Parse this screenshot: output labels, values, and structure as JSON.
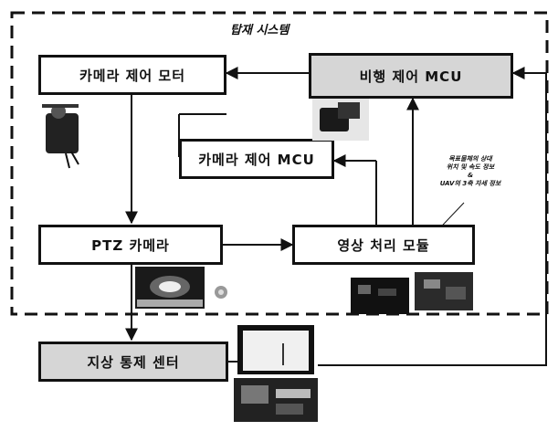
{
  "diagram": {
    "region_title": "탑재 시스템",
    "nodes": {
      "camera_motor": "카메라 제어 모터",
      "flight_mcu": "비행 제어 MCU",
      "camera_mcu": "카메라 제어 MCU",
      "ptz_camera": "PTZ 카메라",
      "image_module": "영상 처리 모듈",
      "ground_center": "지상 통제 센터"
    },
    "annotation": {
      "line1": "목표물체의 상대",
      "line2": "위치 및 속도 정보",
      "line3": "&",
      "line4": "UAV의 3축 자세 정보"
    },
    "images": {
      "servo_motor": "servo-motor-photo",
      "flight_board": "flight-controller-photo",
      "camera_gimbal": "ptz-camera-photo",
      "processing_boards": "image-processing-board-photo",
      "ground_station": "ground-station-photo"
    }
  }
}
